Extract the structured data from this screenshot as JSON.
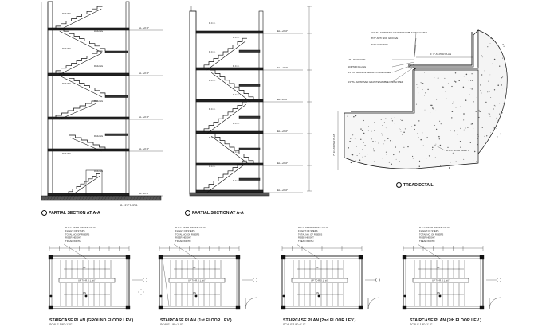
{
  "drawings": {
    "section_left": {
      "title": "PARTIAL SECTION AT A-A"
    },
    "section_right": {
      "title": "PARTIAL SECTION AT A-A"
    },
    "tread_detail": {
      "title": "TREAD DETAIL",
      "notes": [
        "3/4\" TH. APPROVED GRANITE MARBLE FINISH STEP",
        "8\"/6\" ANTI SKID GROOVE",
        "6\"/6\" CHAMFER",
        "1/8 A.P. GROOVE",
        "MORTAR FILLING",
        "3/4\" TH. GRANITE MARBLE FINISH RISER",
        "3/4\" TH. APPROVED GRANITE MARBLE FINISH STEP",
        "R.C.C. STAIR WAISTS"
      ],
      "dim_top": "1' 3\" AS PER PLAN",
      "dim_side": "7\" 1/4 AS PER PLAN"
    },
    "plans": [
      {
        "title": "STAIRCASE PLAN (GROUND FLOOR LEV.)",
        "sub": "SCALE 1/8\"=1'-0\""
      },
      {
        "title": "STAIRCASE PLAN (1st FLOOR LEV.)",
        "sub": "SCALE 1/8\"=1'-0\""
      },
      {
        "title": "STAIRCASE PLAN (2nd FLOOR LEV.)",
        "sub": "SCALE 1/8\"=1'-0\""
      },
      {
        "title": "STAIRCASE PLAN (7th FLOOR LEV.)",
        "sub": "SCALE 1/8\"=1'-0\""
      }
    ],
    "plan_notes": [
      "R.C.C. STAIR WAISTS 1/2\"-0\"",
      "FLIGHT OF STEPS",
      "TOTAL NO. OF RISERS",
      "RISER HEIGHT",
      "TREAD WIDTH"
    ],
    "plan_label_up": "UP",
    "plan_label_dn": "DN"
  }
}
